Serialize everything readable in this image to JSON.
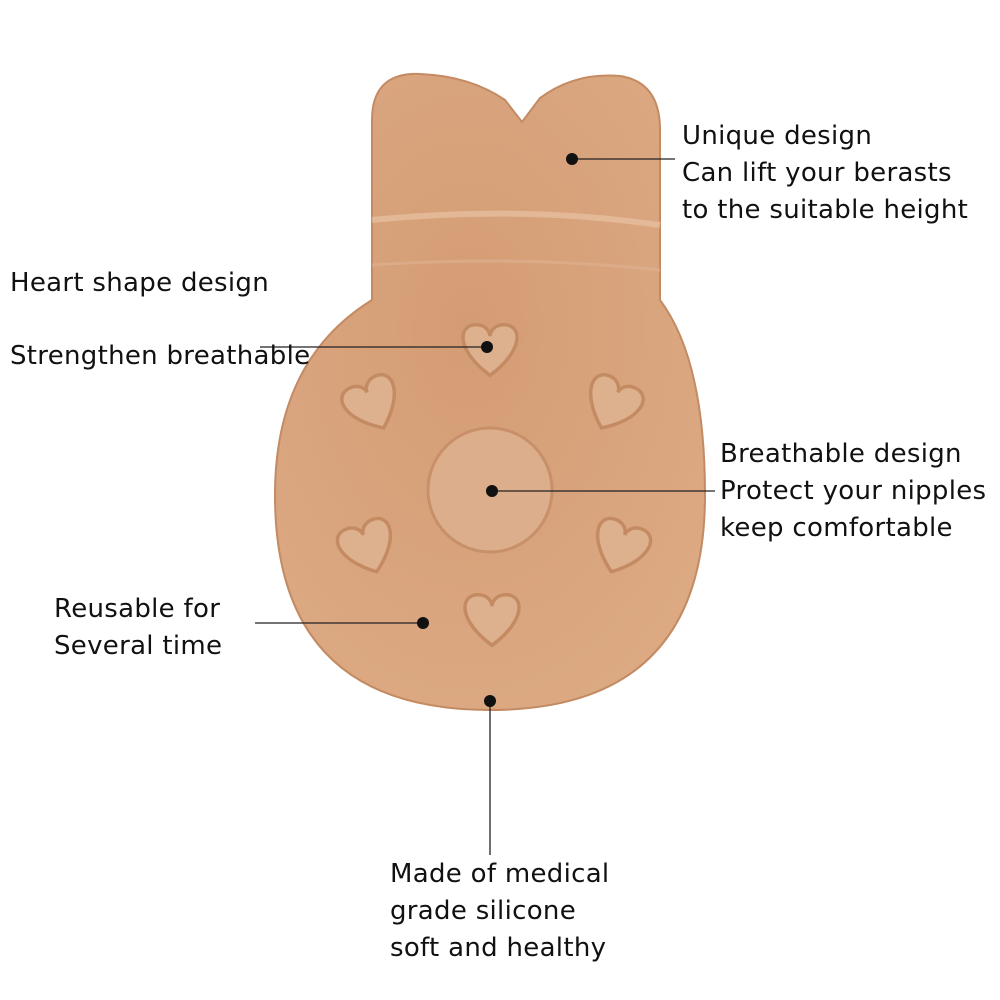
{
  "colors": {
    "skin": "#d8a47d",
    "skin_dark": "#c98f68",
    "line": "#222222"
  },
  "callouts": {
    "unique": [
      "Unique design",
      "Can lift your berasts",
      "to the suitable height"
    ],
    "heart": [
      "Heart shape design",
      "Strengthen breathable"
    ],
    "breathable": [
      "Breathable design",
      "Protect your nipples",
      "keep comfortable"
    ],
    "reusable": [
      "Reusable for",
      "Several time"
    ],
    "material": [
      "Made of medical",
      "grade silicone",
      "soft and healthy"
    ]
  }
}
